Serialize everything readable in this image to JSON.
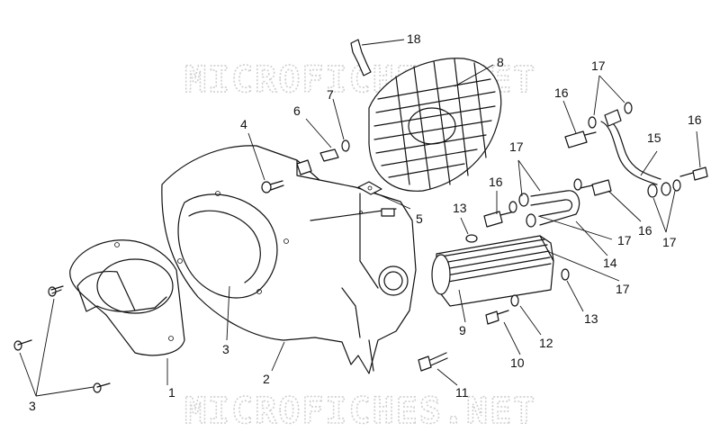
{
  "watermark": {
    "top": "MICROFICHES.NET",
    "bottom": "MICROFICHES.NET"
  },
  "callouts": {
    "c1": "1",
    "c2": "2",
    "c3a": "3",
    "c3b": "3",
    "c4": "4",
    "c5": "5",
    "c6": "6",
    "c7": "7",
    "c8": "8",
    "c9": "9",
    "c10": "10",
    "c11": "11",
    "c12": "12",
    "c13a": "13",
    "c13b": "13",
    "c14": "14",
    "c15": "15",
    "c16a": "16",
    "c16b": "16",
    "c16c": "16",
    "c16d": "16",
    "c17a": "17",
    "c17b": "17",
    "c17c": "17",
    "c17d": "17",
    "c17e": "17",
    "c18": "18"
  }
}
